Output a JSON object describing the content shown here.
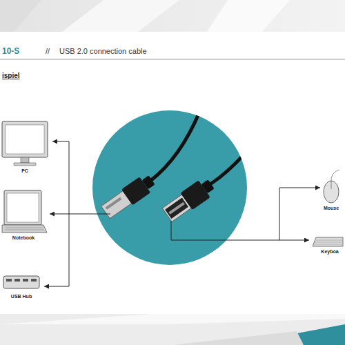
{
  "diagram": {
    "title": "USB 2.0 connection cable",
    "nodes": [
      {
        "text": [
          "PC"
        ]
      },
      {
        "text": [
          "Notebook"
        ]
      },
      {
        "text": [
          "USB Hub"
        ]
      },
      {
        "text": [
          "Mouse"
        ]
      },
      {
        "text": [
          "Keyboa"
        ]
      }
    ],
    "labels": [
      "10-S",
      "//",
      "ispiel"
    ]
  }
}
